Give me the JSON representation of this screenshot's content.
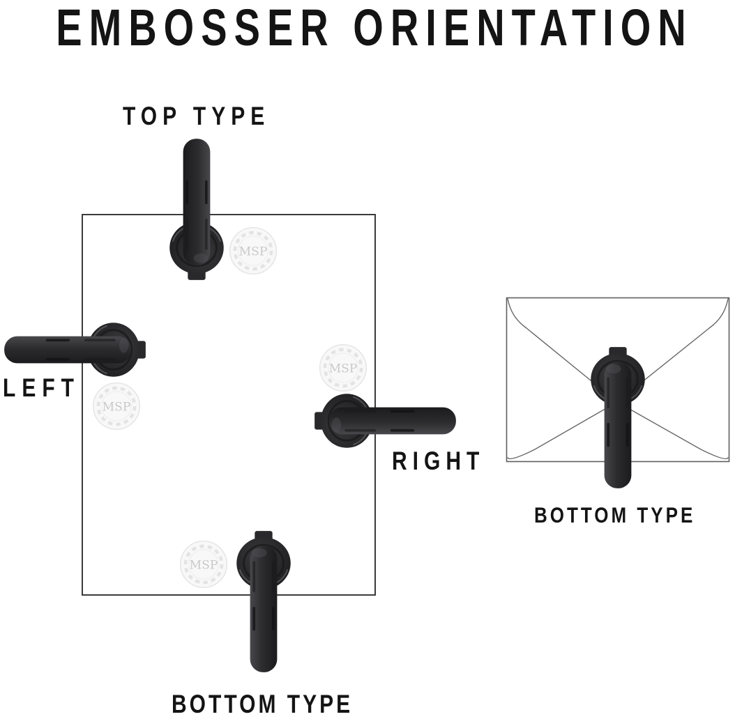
{
  "page": {
    "title": "EMBOSSER ORIENTATION"
  },
  "paper_diagram": {
    "watermark_text": "MSP",
    "labels": {
      "top": "TOP TYPE",
      "left": "LEFT",
      "right": "RIGHT",
      "bottom": "BOTTOM TYPE"
    }
  },
  "envelope_diagram": {
    "label": "BOTTOM TYPE"
  },
  "colors": {
    "ink": "#141414",
    "paper_border": "#3b3b3b",
    "envelope_border": "#5f5f5f",
    "embosser_dark": "#1e1e20",
    "embosser_light": "#404043",
    "watermark": "#c9c9c9",
    "background": "#ffffff"
  }
}
